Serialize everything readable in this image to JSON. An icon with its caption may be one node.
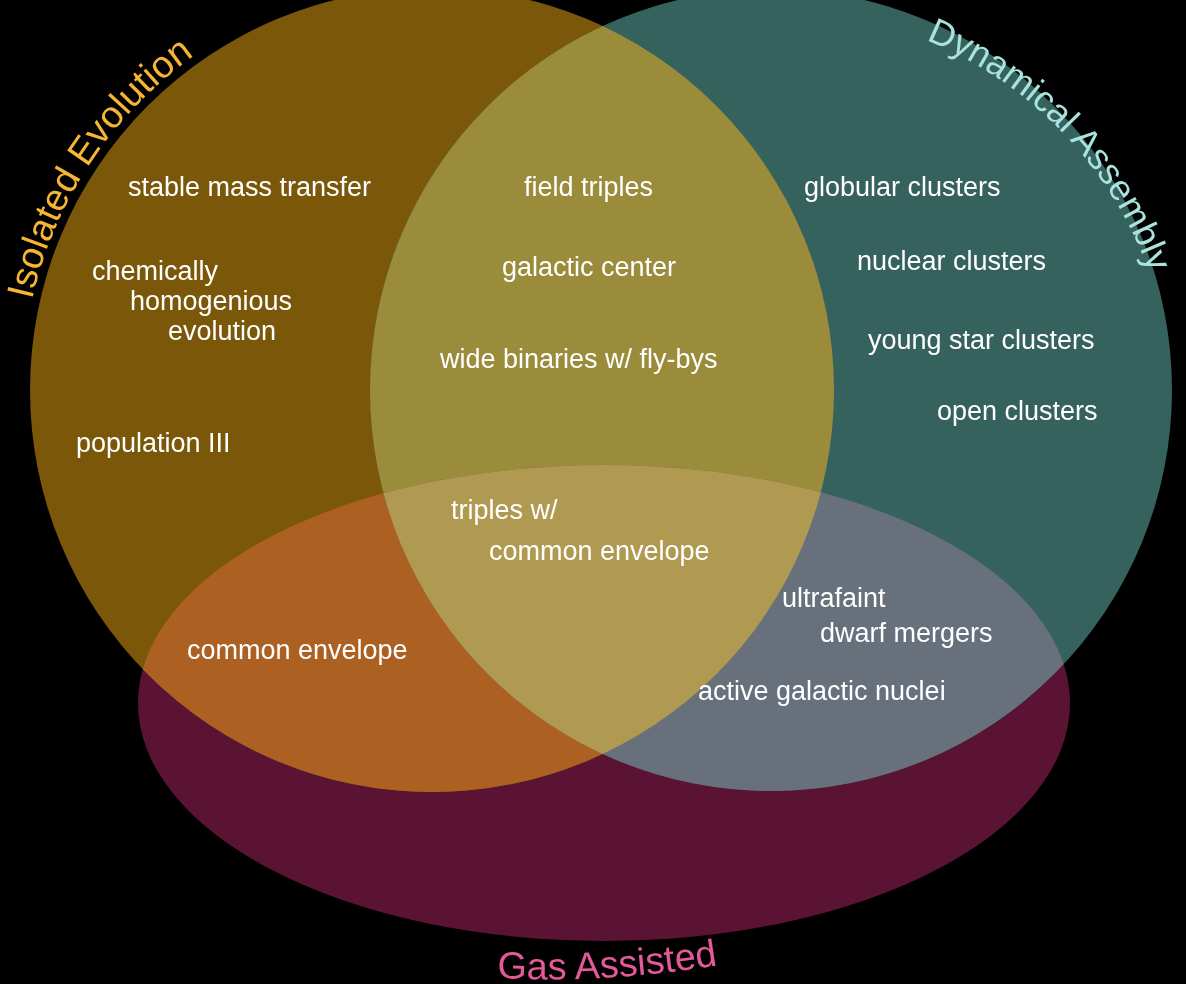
{
  "diagram": {
    "nodes": [
      {
        "text": [
          "Isolated Evolution"
        ]
      },
      {
        "text": [
          "Dynamical Assembly"
        ]
      },
      {
        "text": [
          "Gas Assisted"
        ]
      }
    ],
    "labels": [
      "stable mass transfer",
      "field triples",
      "globular clusters",
      "nuclear clusters",
      "chemically homogenious evolution",
      "galactic center",
      "young star clusters",
      "wide binaries w/ fly-bys",
      "open clusters",
      "population III",
      "triples w/ common envelope",
      "ultrafaint dwarf mergers",
      "common envelope",
      "active galactic nuclei"
    ]
  }
}
